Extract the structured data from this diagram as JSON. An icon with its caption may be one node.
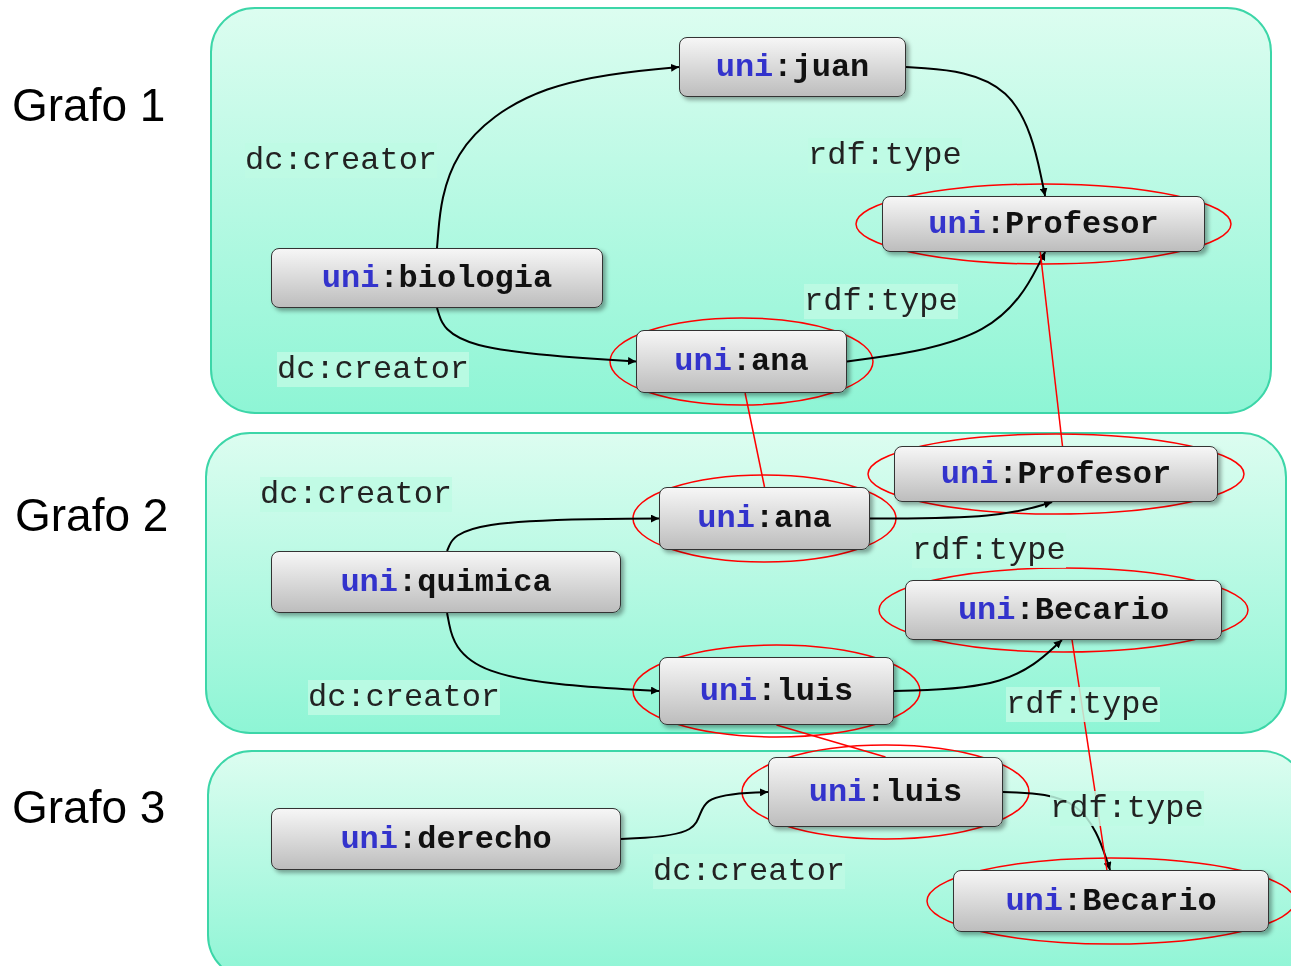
{
  "diagram": {
    "nodes": [
      {
        "text": [
          "Grafo 1"
        ]
      },
      {
        "text": [
          "uni:juan"
        ],
        "in": 0
      },
      {
        "text": [
          "uni:Profesor"
        ],
        "in": 0
      },
      {
        "text": [
          "uni:biologia"
        ],
        "in": 0
      },
      {
        "text": [
          "uni:ana"
        ],
        "in": 0
      },
      {
        "text": [
          "Grafo 2"
        ]
      },
      {
        "text": [
          "uni:Profesor"
        ],
        "in": 5
      },
      {
        "text": [
          "uni:ana"
        ],
        "in": 5
      },
      {
        "text": [
          "uni:quimica"
        ],
        "in": 5
      },
      {
        "text": [
          "uni:Becario"
        ],
        "in": 5
      },
      {
        "text": [
          "uni:luis"
        ],
        "in": 5
      },
      {
        "text": [
          "Grafo 3"
        ]
      },
      {
        "text": [
          "uni:luis"
        ],
        "in": 11
      },
      {
        "text": [
          "uni:derecho"
        ],
        "in": 11
      },
      {
        "text": [
          "uni:Becario"
        ],
        "in": 11
      }
    ],
    "edges": [
      {
        "from": 3,
        "to": 1,
        "arrow": "to",
        "label": "dc:creator"
      },
      {
        "from": 1,
        "to": 2,
        "arrow": "to",
        "label": "rdf:type"
      },
      {
        "from": 3,
        "to": 4,
        "arrow": "to",
        "label": "dc:creator"
      },
      {
        "from": 4,
        "to": 2,
        "arrow": "to",
        "label": "rdf:type"
      },
      {
        "from": 8,
        "to": 7,
        "arrow": "to",
        "label": "dc:creator"
      },
      {
        "from": 7,
        "to": 6,
        "arrow": "to",
        "label": "rdf:type"
      },
      {
        "from": 8,
        "to": 10,
        "arrow": "to",
        "label": "dc:creator"
      },
      {
        "from": 10,
        "to": 9,
        "arrow": "to",
        "label": "rdf:type"
      },
      {
        "from": 13,
        "to": 12,
        "arrow": "to",
        "label": "dc:creator"
      },
      {
        "from": 12,
        "to": 14,
        "arrow": "to",
        "label": "rdf:type"
      },
      {
        "from": 4,
        "to": 7,
        "arrow": "none",
        "color": "#ff0000"
      },
      {
        "from": 2,
        "to": 6,
        "arrow": "none",
        "color": "#ff0000"
      },
      {
        "from": 10,
        "to": 12,
        "arrow": "none",
        "color": "#ff0000"
      },
      {
        "from": 9,
        "to": 14,
        "arrow": "none",
        "color": "#ff0000"
      }
    ]
  }
}
